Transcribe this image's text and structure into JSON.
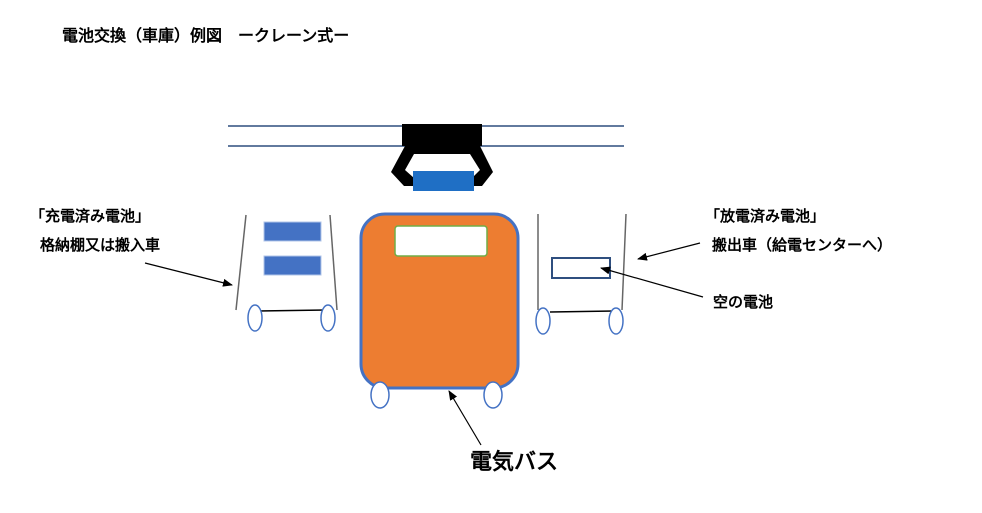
{
  "title": "電池交換（車庫）例図　ークレーン式ー",
  "labels": {
    "charged_line1": "「充電済み電池」",
    "charged_line2": "格納棚又は搬入車",
    "discharged_line1": "「放電済み電池」",
    "discharged_line2": "搬出車（給電センターへ）",
    "empty_battery": "空の電池",
    "bus": "電気バス"
  },
  "colors": {
    "bus_body": "#ed7d31",
    "bus_outline": "#4472c4",
    "battery_blue": "#4472c4",
    "crane_black": "#000000",
    "crane_battery": "#1f6fc5",
    "rail_line": "#2f4f7f"
  }
}
